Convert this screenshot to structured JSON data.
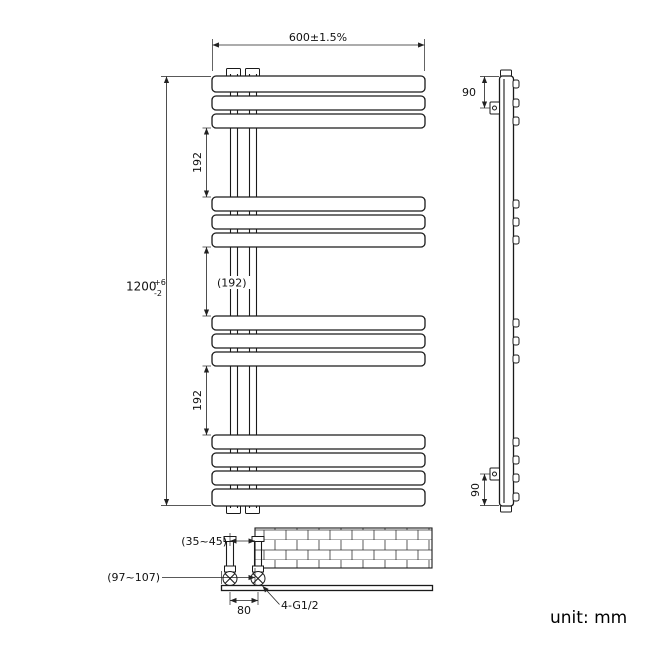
{
  "drawing": {
    "type": "towel-radiator-technical-drawing",
    "ink_color": "#1a1a1a",
    "background_color": "#ffffff"
  },
  "labels": {
    "width_dim": "600±1.5%",
    "height_dim": "1200",
    "height_tol_up": "+6",
    "height_tol_down": "-2",
    "gap_top": "192",
    "gap_middle": "(192)",
    "gap_bottom": "192",
    "side_top": "90",
    "side_bottom": "90",
    "wall_pipe": "(35~45)",
    "wall_panel": "(97~107)",
    "valve_spacing": "80",
    "thread": "4-G1/2",
    "unit": "unit: mm"
  }
}
